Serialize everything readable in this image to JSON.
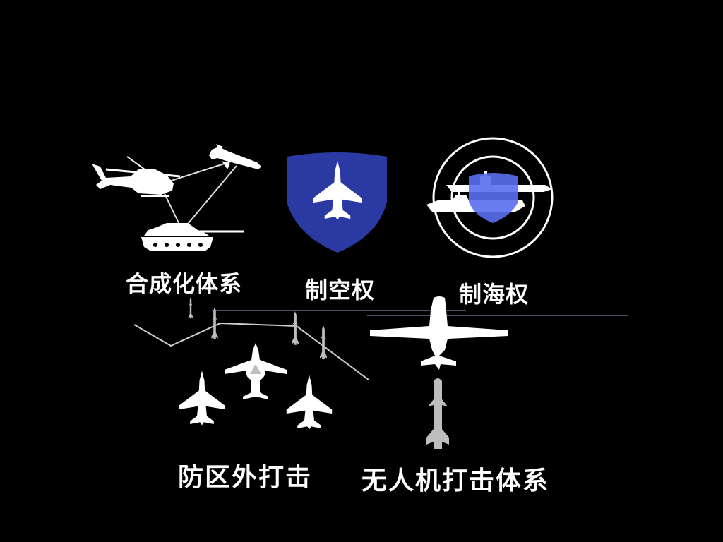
{
  "labels": {
    "combined_arms": "合成化体系",
    "air_superiority": "制空权",
    "sea_control": "制海权",
    "standoff_strike": "防区外打击",
    "uav_strike": "无人机打击体系"
  },
  "colors": {
    "background": "#000000",
    "foreground": "#ffffff",
    "shield_blue": "#2b3aa3",
    "sea_shield_blue": "#5a6ef0",
    "missile_grey": "#bdbdbd"
  },
  "icons": {
    "combined_arms": [
      "helicopter-icon",
      "cruise-missile-icon",
      "tank-icon"
    ],
    "air_superiority": [
      "shield-icon",
      "fighter-jet-icon"
    ],
    "sea_control": [
      "radar-rings-icon",
      "warship-icon",
      "shield-icon"
    ],
    "standoff_strike": [
      "missile-icon",
      "awacs-plane-icon",
      "fighter-jet-icon"
    ],
    "uav_strike": [
      "drone-icon",
      "missile-icon"
    ]
  }
}
